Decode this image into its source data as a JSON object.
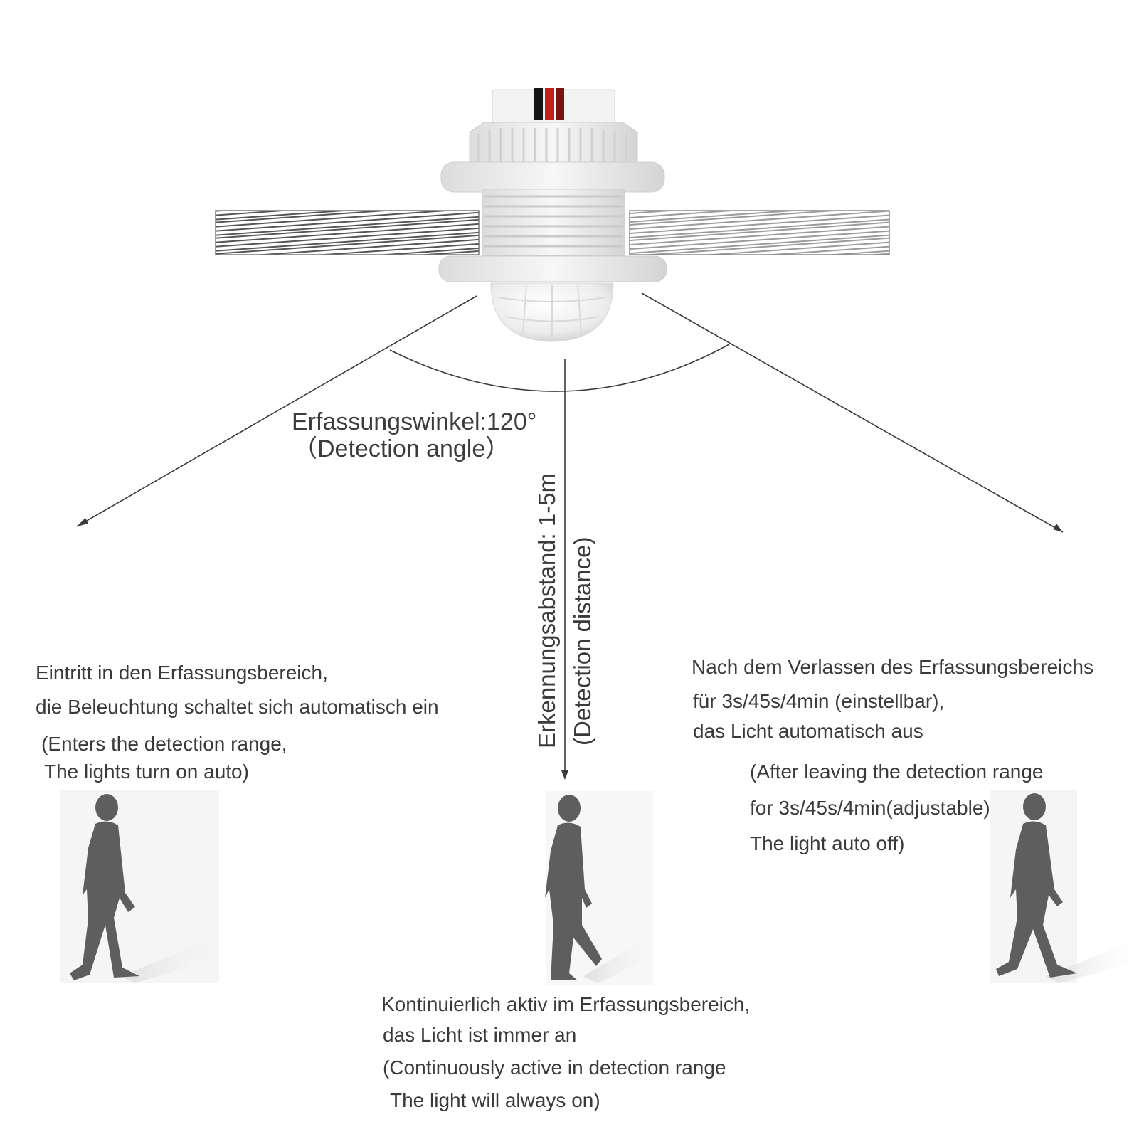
{
  "colors": {
    "wire_black": "#151515",
    "wire_red": "#c2211b",
    "wire_dark_red": "#7a1410",
    "sensor_body": "#eeeeee",
    "silhouette": "#5e5e5e",
    "line": "#3a3a3a"
  },
  "angle": {
    "label": "Erfassungswinkel:120°",
    "sub": "（Detection angle）",
    "degrees": 120
  },
  "distance": {
    "label": "Erkennungsabstand: 1-5m",
    "sub": "(Detection distance)"
  },
  "left_note": {
    "de1": "Eintritt in den Erfassungsbereich,",
    "de2": "die Beleuchtung schaltet sich automatisch ein",
    "en1": "(Enters the detection range,",
    "en2": "The lights turn on auto)"
  },
  "right_note": {
    "de1": "Nach dem Verlassen des Erfassungsbereichs",
    "de2": "für 3s/45s/4min (einstellbar),",
    "de3": "das Licht automatisch aus",
    "en1": "(After leaving the detection range",
    "en2": "for 3s/45s/4min(adjustable)",
    "en3": "The light auto off)"
  },
  "bottom_note": {
    "de1": "Kontinuierlich aktiv im Erfassungsbereich,",
    "de2": "das Licht ist immer an",
    "en1": "(Continuously active in detection range",
    "en2": "The light will always on)"
  }
}
